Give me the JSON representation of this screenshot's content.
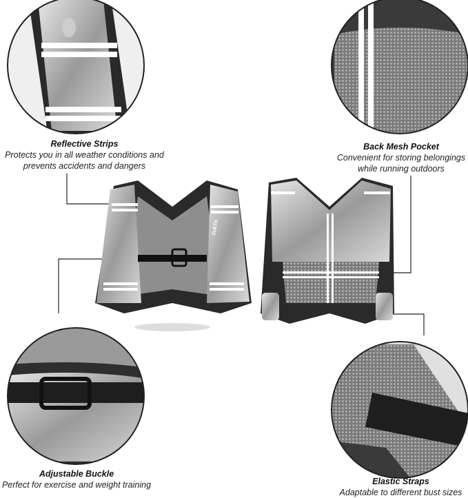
{
  "features": [
    {
      "title": "Reflective Strips",
      "desc": [
        "Protects you in all weather conditions and",
        "prevents accidents and dangers"
      ]
    },
    {
      "title": "Back Mesh Pocket",
      "desc": [
        "Convenient for storing belongings",
        "while running outdoors"
      ]
    },
    {
      "title": "Adjustable Buckle",
      "desc": [
        "Perfect for exercise and weight training"
      ]
    },
    {
      "title": "Elastic Straps",
      "desc": [
        "Adaptable to different bust sizes"
      ]
    }
  ],
  "brand_label": "ZUETK",
  "colors": {
    "silver": "#b9b9b9",
    "dark": "#2a2a2a",
    "mesh": "#8c8c8c"
  }
}
